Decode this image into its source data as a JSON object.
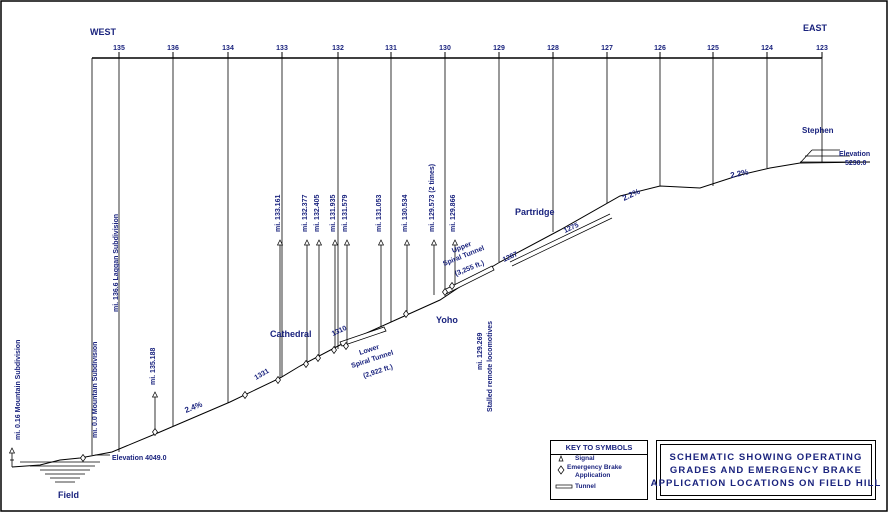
{
  "directions": {
    "west": "WEST",
    "east": "EAST"
  },
  "mileposts": [
    "135",
    "136",
    "134",
    "133",
    "132",
    "131",
    "130",
    "129",
    "128",
    "127",
    "126",
    "125",
    "124",
    "123"
  ],
  "stations": {
    "field": "Field",
    "stephen": "Stephen",
    "cathedral": "Cathedral",
    "yoho": "Yoho",
    "partridge": "Partridge"
  },
  "elevations": {
    "field": "Elevation 4049.0",
    "stephen_label": "Elevation",
    "stephen_value": "5230.0"
  },
  "grades": [
    "2.4%",
    "2.2%",
    "2.2%"
  ],
  "spot_numbers": [
    "1331",
    "1310",
    "1287",
    "1275"
  ],
  "tunnels": {
    "lower_name": "Lower",
    "lower_line2": "Spiral Tunnel",
    "lower_length": "(2,922 ft.)",
    "upper_name": "Upper",
    "upper_line2": "Spiral Tunnel",
    "upper_length": "(3,255 ft.)"
  },
  "vertical_labels": {
    "mountain_sub": "mi. 0.16 Mountain Subdivision",
    "mountain_sub_zero": "mi. 0.0 Mountain Subdivision",
    "laggan_sub": "mi. 136.6 Laggan Subdivision",
    "m135188": "mi. 135.188",
    "m133161": "mi. 133.161",
    "m132377": "mi. 132.377",
    "m132405": "mi. 132.405",
    "m131935": "mi. 131.935",
    "m131579": "mi. 131.579",
    "m131053": "mi. 131.053",
    "m130534": "mi. 130.534",
    "m129573": "mi. 129.573 (2 times)",
    "m129866": "mi. 129.866",
    "m129269": "mi. 129.269",
    "stalled": "Stalled remote locomotives"
  },
  "key": {
    "heading": "KEY TO SYMBOLS",
    "signal": "Signal",
    "emergency": "Emergency Brake",
    "application": "Application",
    "tunnel": "Tunnel"
  },
  "title": {
    "line1": "SCHEMATIC SHOWING OPERATING",
    "line2": "GRADES AND EMERGENCY BRAKE",
    "line3": "APPLICATION LOCATIONS ON FIELD HILL"
  }
}
